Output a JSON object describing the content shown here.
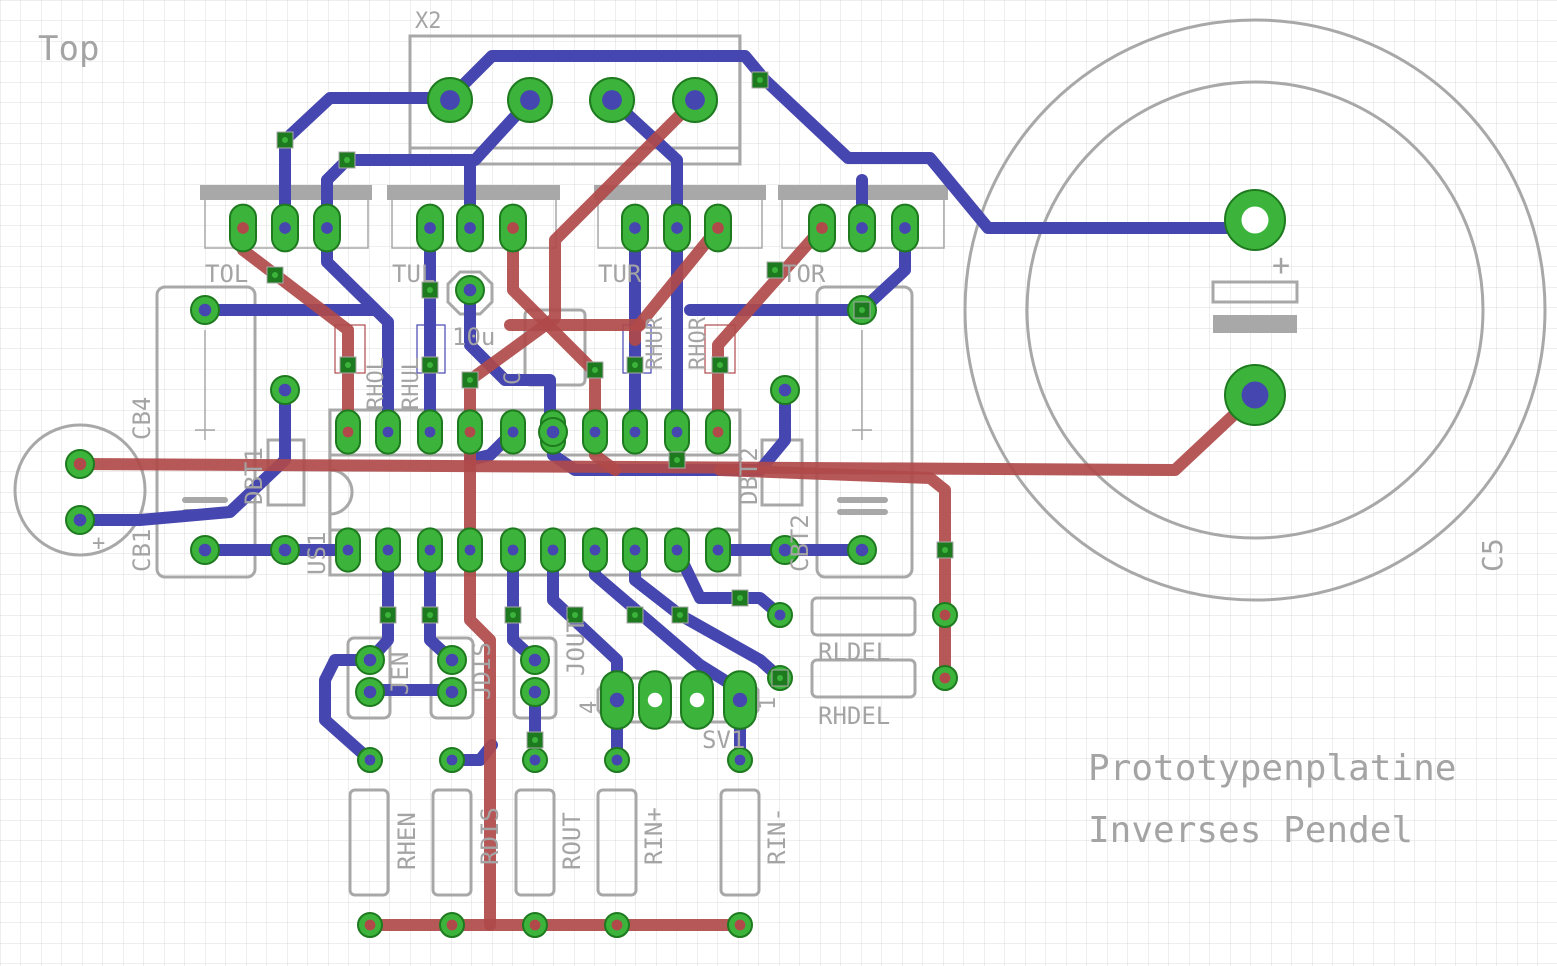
{
  "layer_label": "Top",
  "colors": {
    "top_copper": "#b04a4a",
    "bottom_copper": "#4646b0",
    "pad": "#3cb43c",
    "pad_dark": "#1e7a1e",
    "silkscreen": "#a8a8a8",
    "grid": "#dcdcdc"
  },
  "parts": {
    "x2": "X2",
    "tol": "TOL",
    "tul": "TUL",
    "tur": "TUR",
    "tor": "TOR",
    "rhol": "RHOL",
    "rhul": "RHUL",
    "rhur": "RHUR",
    "rhor": "RHOR",
    "c10u": "10u",
    "cap_small": "C",
    "cb4": "CB4",
    "cb1": "CB1",
    "dbt1": "DBT1",
    "dbt2": "DBT2",
    "cbt2": "CBT2",
    "us1": "US1",
    "c5": "C5",
    "c5_plus": "+",
    "cb1_plus": "+",
    "rldel": "RLDEL",
    "rhdel": "RHDEL",
    "jen": "JEN",
    "jdis": "JDIS",
    "jout": "JOUT",
    "sv1": "SV1",
    "sv1_pin4": "4",
    "sv1_pin1": "1",
    "rhen": "RHEN",
    "rdis": "RDIS",
    "rout": "ROUT",
    "rin_plus": "RIN+",
    "rin_minus": "RIN-"
  },
  "notes": {
    "line1": "Prototypenplatine",
    "line2": "Inverses Pendel"
  }
}
